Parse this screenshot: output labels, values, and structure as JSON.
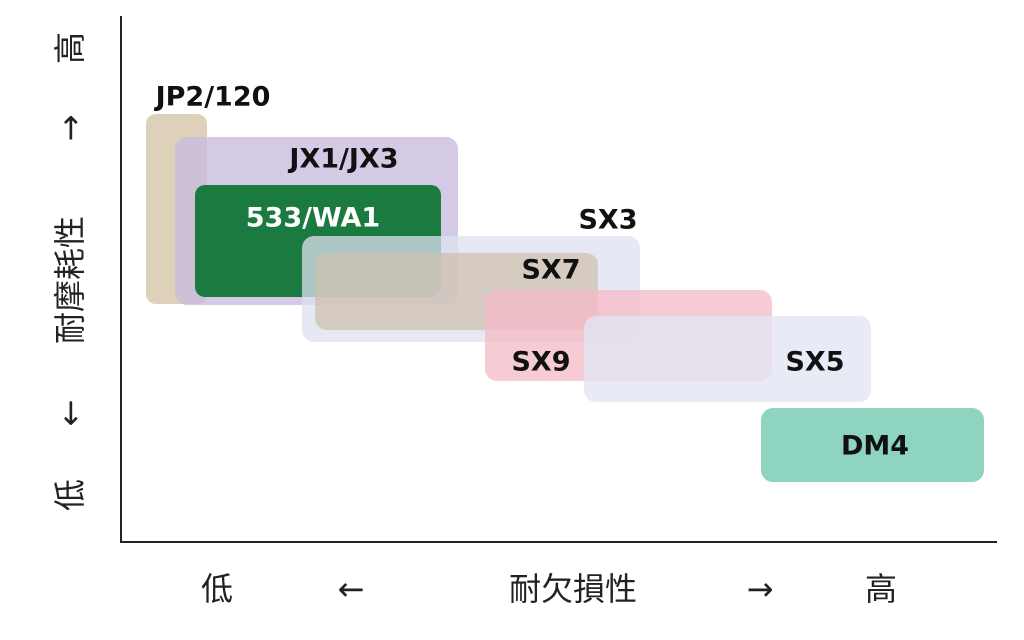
{
  "y_axis": {
    "low": "低",
    "arrow_down": "←",
    "title": "耐摩耗性",
    "arrow_up": "→",
    "high": "高"
  },
  "x_axis": {
    "low": "低",
    "arrow_left": "←",
    "title": "耐欠損性",
    "arrow_right": "→",
    "high": "高"
  },
  "regions": {
    "jp2": {
      "label": "JP2/120",
      "color": "#d9ccb3"
    },
    "jx1": {
      "label": "JX1/JX3",
      "color": "#c9bde0"
    },
    "wa1": {
      "label": "533/WA1",
      "color": "#1b7a40",
      "text_color": "#ffffff"
    },
    "sx3": {
      "label": "SX3",
      "color": "#dde1ef"
    },
    "sx7": {
      "label": "SX7",
      "color": "#cfc0b0"
    },
    "sx9": {
      "label": "SX9",
      "color": "#f4b9c6"
    },
    "sx5": {
      "label": "SX5",
      "color": "#e2e5f2"
    },
    "dm4": {
      "label": "DM4",
      "color": "#8fd3c1"
    }
  }
}
